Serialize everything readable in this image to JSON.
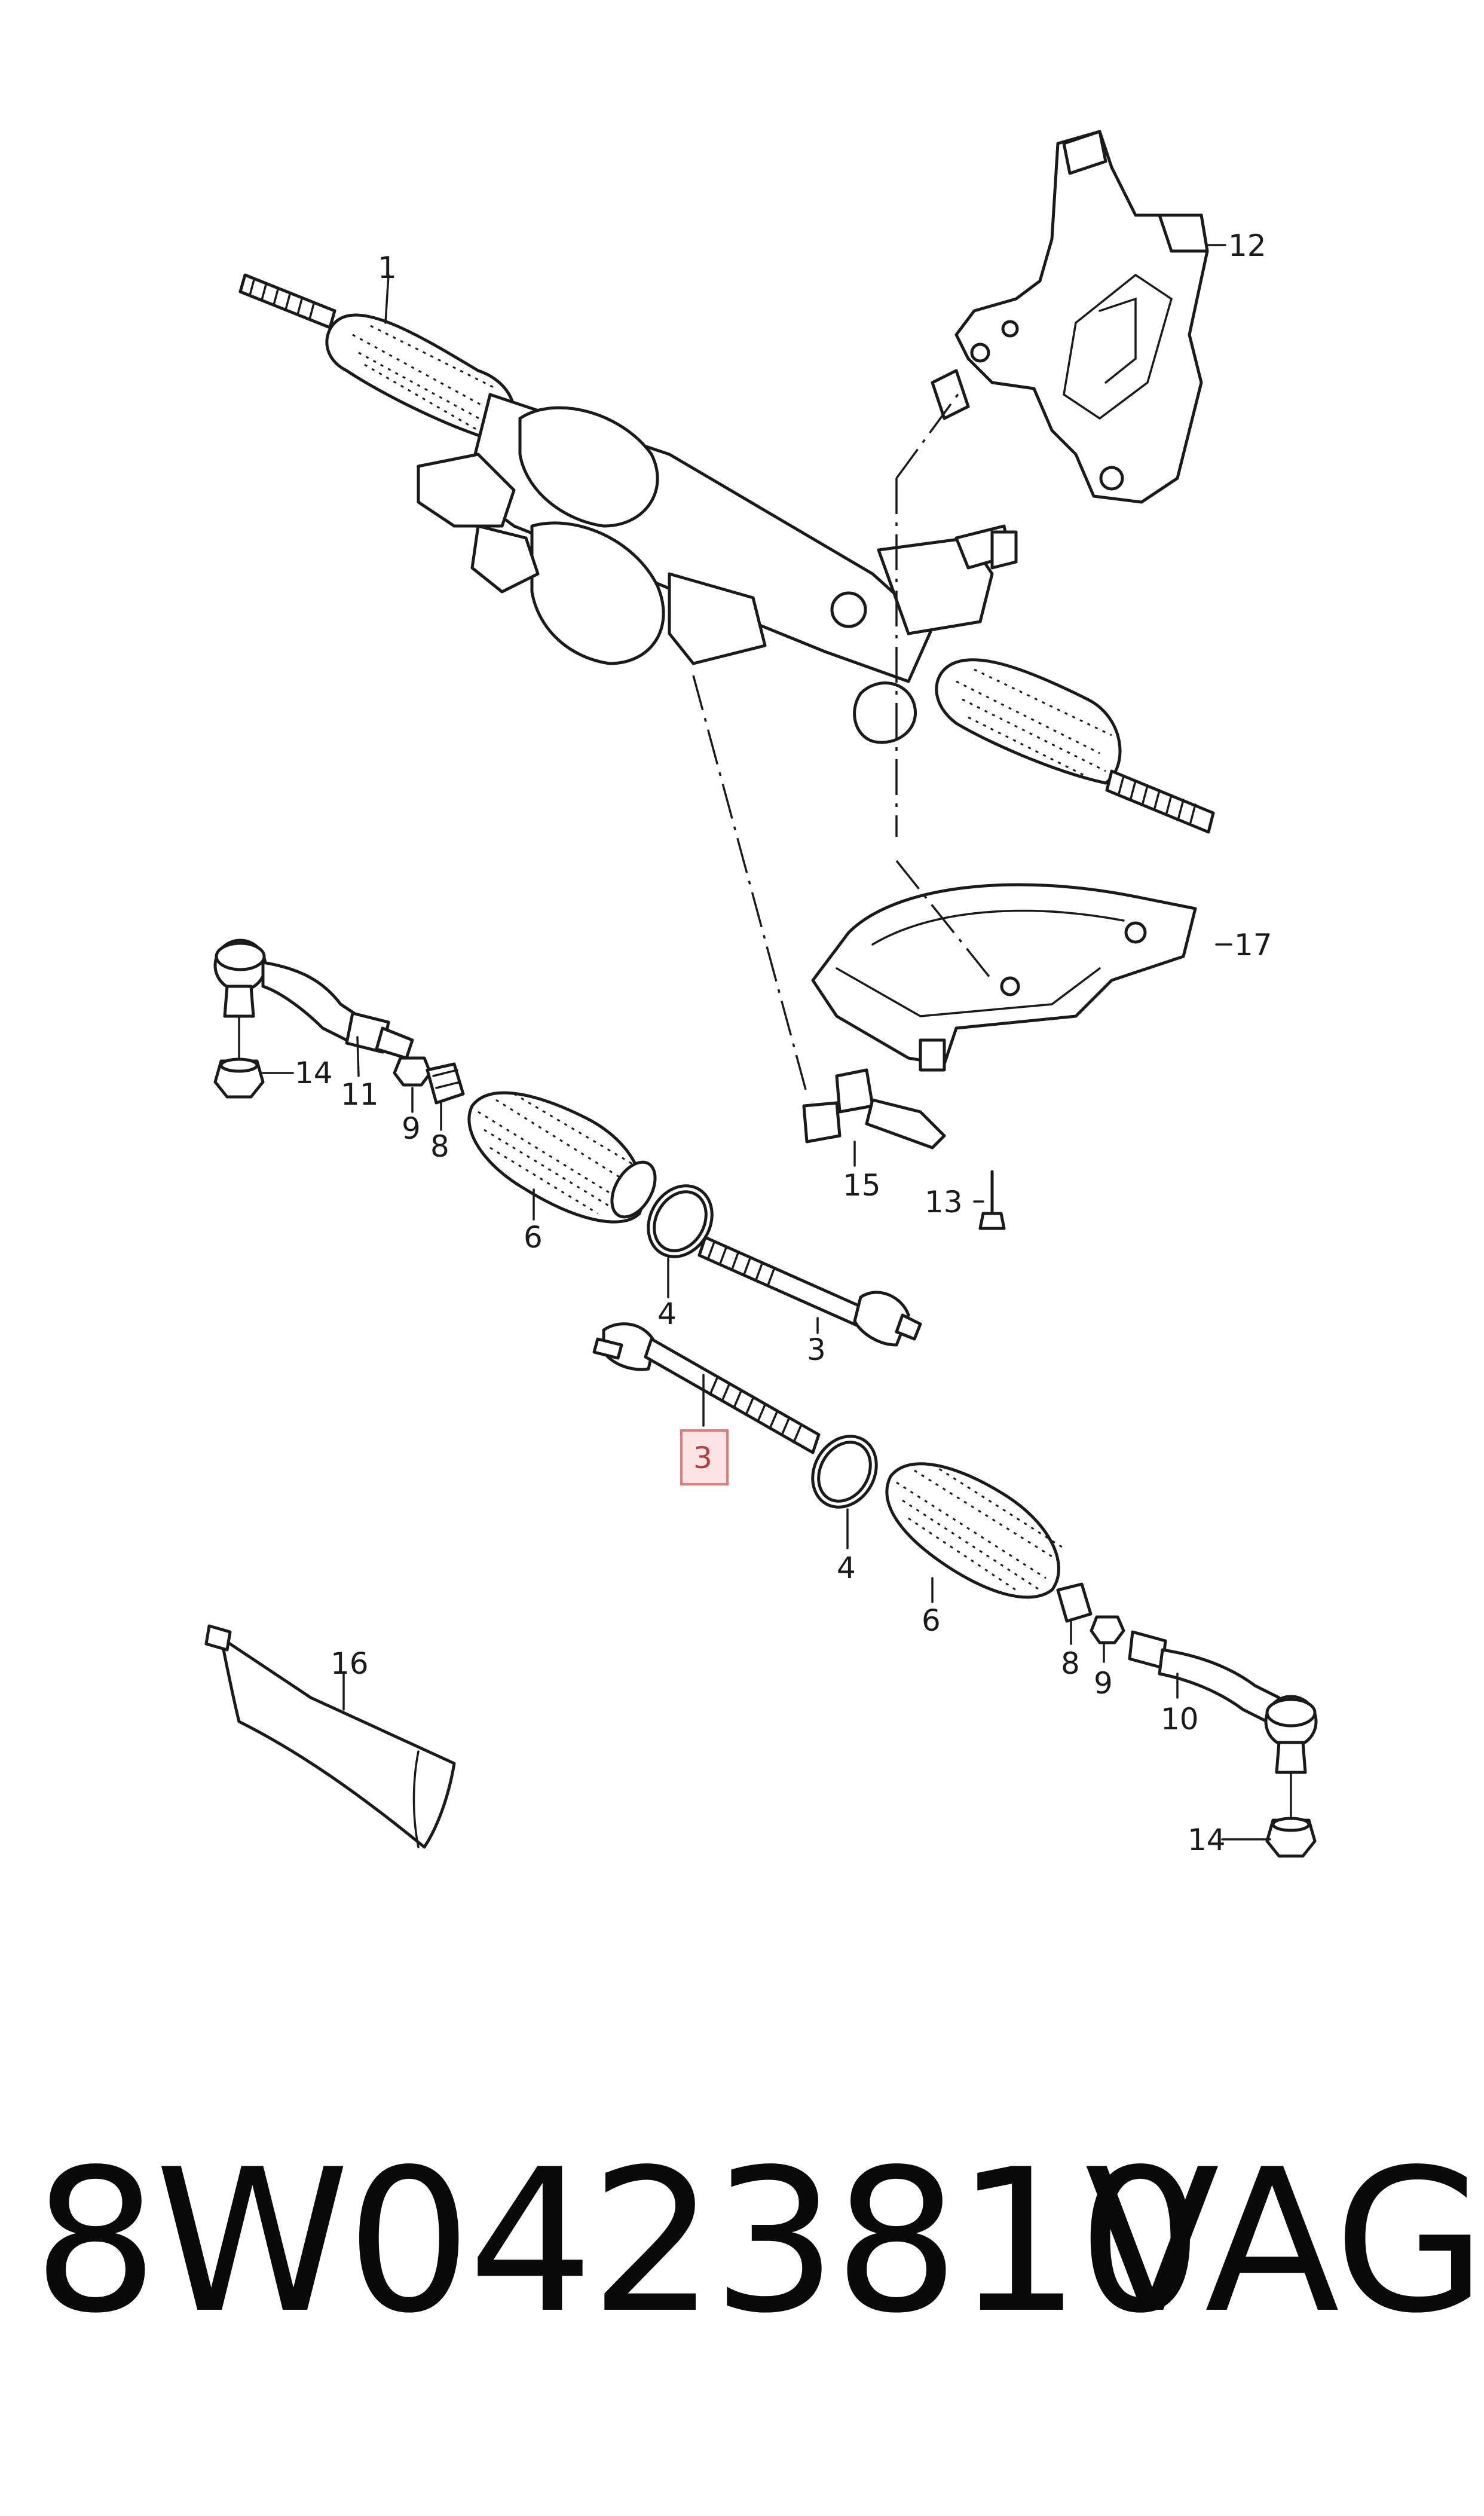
{
  "diagram": {
    "callouts": {
      "c1": "1",
      "c12": "12",
      "c17": "17",
      "c14a": "14",
      "c11": "11",
      "c9a": "9",
      "c8a": "8",
      "c6a": "6",
      "c4a": "4",
      "c15": "15",
      "c13": "13",
      "c3a": "3",
      "c3b": "3",
      "c4b": "4",
      "c6b": "6",
      "c8b": "8",
      "c9b": "9",
      "c10": "10",
      "c16": "16",
      "c14b": "14"
    },
    "highlighted_callout": "3",
    "highlight_color": "#fde4e4",
    "highlight_border": "#e27a7a"
  },
  "footer": {
    "part_number": "8W0423810",
    "brand": "VAG"
  }
}
